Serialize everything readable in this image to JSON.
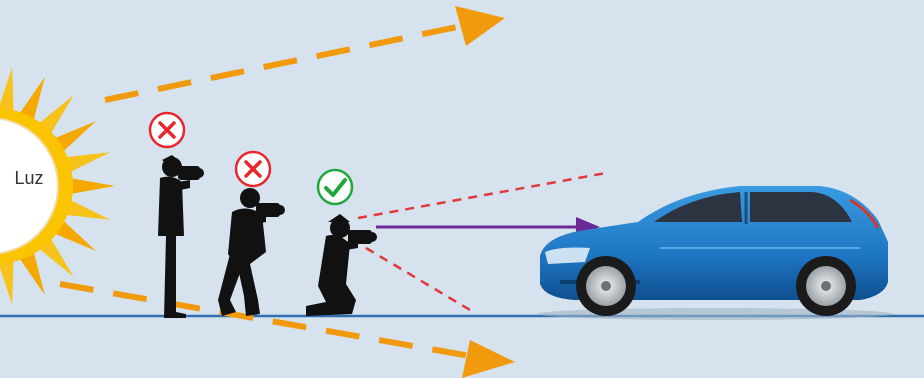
{
  "sun": {
    "label": "Luz",
    "color": "#f5b400",
    "core_color": "#ffffff"
  },
  "colors": {
    "background": "#d6e3ee",
    "ground": "#2f6fb0",
    "light_arrow": "#f29a0e",
    "view_line": "#e03a3a",
    "subject_arrow": "#6a2a9a",
    "wrong_badge": "#e8262e",
    "right_badge": "#1ea83c",
    "car_body": "#1f77c4"
  },
  "photographers": [
    {
      "pose": "standing",
      "verdict": "wrong",
      "icon": "x-circle-icon"
    },
    {
      "pose": "crouching",
      "verdict": "wrong",
      "icon": "x-circle-icon"
    },
    {
      "pose": "kneeling",
      "verdict": "correct",
      "icon": "check-circle-icon"
    }
  ],
  "subject": {
    "icon": "car-icon"
  }
}
